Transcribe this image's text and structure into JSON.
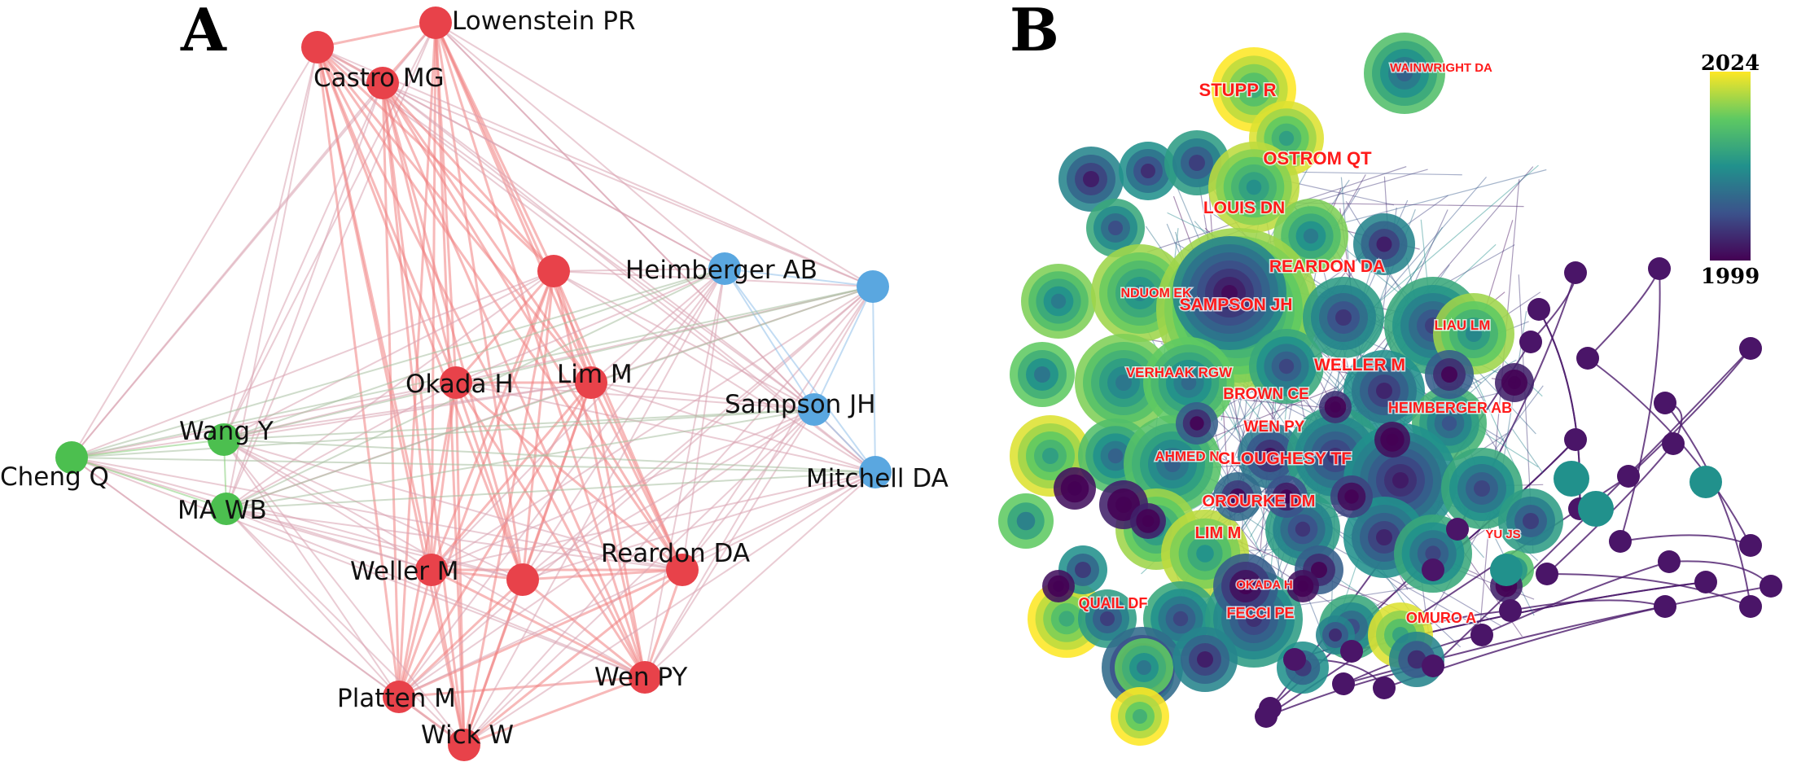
{
  "panel_a": {
    "letter": "A",
    "clusters": {
      "red": {
        "color": "#e8424a",
        "edge": "#f08080"
      },
      "blue": {
        "color": "#5aa7e0",
        "edge": "#8fc0ea"
      },
      "green": {
        "color": "#4cbf4f",
        "edge": "#86cf7a"
      }
    },
    "nodes": [
      {
        "id": "lowenstein",
        "label": "Lowenstein PR",
        "cluster": "red"
      },
      {
        "id": "castro",
        "label": "Castro MG",
        "cluster": "red"
      },
      {
        "id": "castro2",
        "label": "",
        "cluster": "red"
      },
      {
        "id": "redtop",
        "label": "",
        "cluster": "red"
      },
      {
        "id": "okada",
        "label": "Okada H",
        "cluster": "red"
      },
      {
        "id": "lim",
        "label": "Lim M",
        "cluster": "red"
      },
      {
        "id": "weller",
        "label": "Weller M",
        "cluster": "red"
      },
      {
        "id": "redmid",
        "label": "",
        "cluster": "red"
      },
      {
        "id": "reardon",
        "label": "Reardon DA",
        "cluster": "red"
      },
      {
        "id": "wen",
        "label": "Wen PY",
        "cluster": "red"
      },
      {
        "id": "platten",
        "label": "Platten M",
        "cluster": "red"
      },
      {
        "id": "wick",
        "label": "Wick W",
        "cluster": "red"
      },
      {
        "id": "heimberger",
        "label": "Heimberger AB",
        "cluster": "blue"
      },
      {
        "id": "blueright",
        "label": "",
        "cluster": "blue"
      },
      {
        "id": "sampson",
        "label": "Sampson JH",
        "cluster": "blue"
      },
      {
        "id": "mitchell",
        "label": "Mitchell DA",
        "cluster": "blue"
      },
      {
        "id": "chengq",
        "label": "Cheng Q",
        "cluster": "green"
      },
      {
        "id": "wangy",
        "label": "Wang Y",
        "cluster": "green"
      },
      {
        "id": "mawb",
        "label": "MA WB",
        "cluster": "green"
      }
    ]
  },
  "panel_b": {
    "letter": "B",
    "colorbar": {
      "min": "1999",
      "max": "2024",
      "colors": [
        "#440154",
        "#3b528b",
        "#21918c",
        "#5ec962",
        "#fde725"
      ]
    },
    "labels": [
      "STUPP R",
      "WAINWRIGHT DA",
      "OSTROM QT",
      "LOUIS DN",
      "REARDON DA",
      "NDUOM EK",
      "SAMPSON JH",
      "LIAU LM",
      "VERHAAK RGW",
      "WELLER M",
      "BROWN CE",
      "HEIMBERGER AB",
      "WEN PY",
      "AHMED N",
      "CLOUGHESY TF",
      "OROURKE DM",
      "LIM M",
      "YU JS",
      "OKADA H",
      "QUAIL DF",
      "FECCI PE",
      "OMURO A"
    ]
  }
}
